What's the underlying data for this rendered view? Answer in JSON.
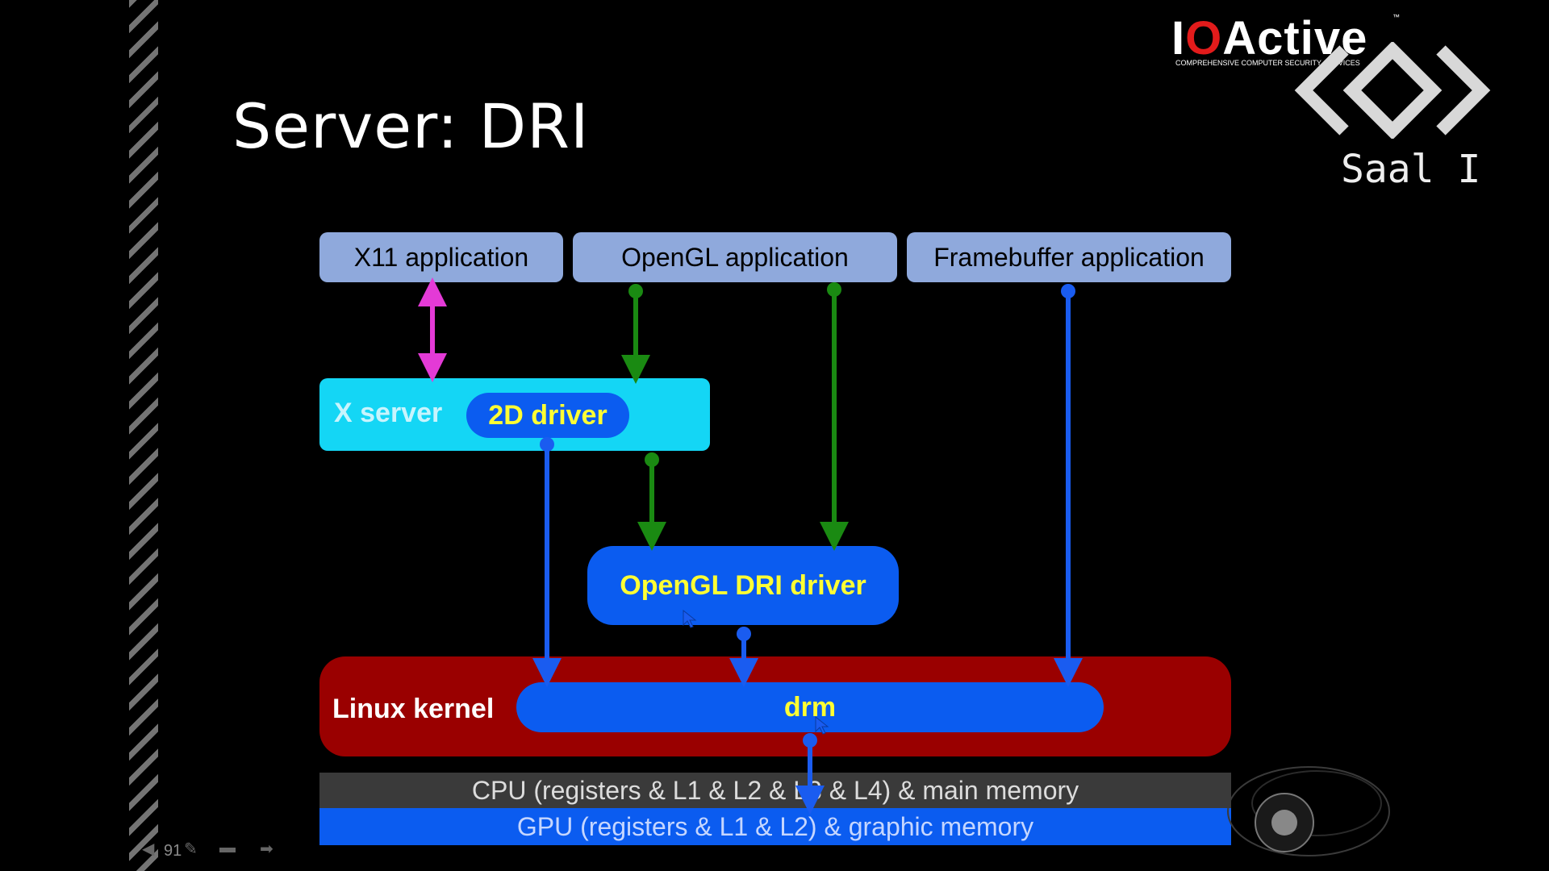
{
  "slide": {
    "title": "Server: DRI",
    "page_number": "91"
  },
  "branding": {
    "logo_left": "I",
    "logo_o": "O",
    "logo_rest": "Active",
    "logo_tm": "™",
    "logo_subtitle": "COMPREHENSIVE COMPUTER SECURITY SERVICES",
    "room": "Saal I"
  },
  "diagram": {
    "x11_app": "X11 application",
    "opengl_app": "OpenGL application",
    "framebuffer_app": "Framebuffer application",
    "x_server": "X server",
    "driver_2d": "2D driver",
    "opengl_dri_driver": "OpenGL DRI driver",
    "linux_kernel": "Linux kernel",
    "drm": "drm",
    "cpu_memory": "CPU (registers  &  L1  &  L2  &  L3  &  L4) & main memory",
    "gpu_memory": "GPU (registers  &  L1  &  L2) & graphic memory"
  },
  "colors": {
    "app_box": "#8fa9dc",
    "x_server": "#14d6f5",
    "driver_blue": "#0b5cf0",
    "driver_text": "#ffff33",
    "kernel": "#9a0000",
    "arrow_magenta": "#e43ad6",
    "arrow_green": "#1a8a12",
    "arrow_blue": "#1a5cf0"
  }
}
